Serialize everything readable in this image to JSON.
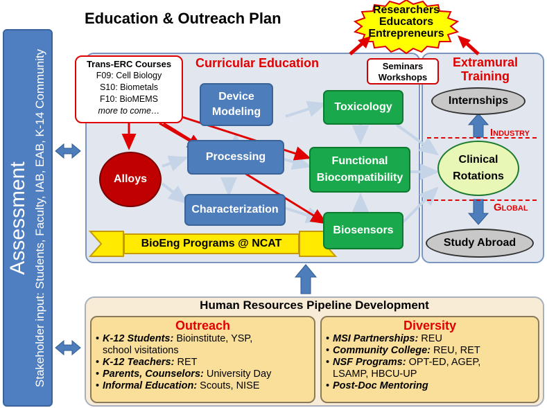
{
  "title": "Education & Outreach Plan",
  "assessment": {
    "title": "Assessment",
    "subtitle": "Stakeholder input: Students, Faculty, IAB, EAB, K-14 Community"
  },
  "starburst": [
    "Researchers",
    "Educators",
    "Entrepreneurs"
  ],
  "curricular": {
    "title": "Curricular Education",
    "courses": {
      "header": "Trans-ERC Courses",
      "items": [
        "F09: Cell Biology",
        "S10: Biometals",
        "F10: BioMEMS"
      ],
      "more": "more to come…"
    },
    "seminars": [
      "Seminars",
      "Workshops"
    ],
    "alloys": "Alloys",
    "device_modeling": [
      "Device",
      "Modeling"
    ],
    "processing": "Processing",
    "characterization": "Characterization",
    "toxicology": "Toxicology",
    "functional": [
      "Functional",
      "Biocompatibility"
    ],
    "biosensors": "Biosensors",
    "banner": "BioEng Programs @ NCAT"
  },
  "extramural": {
    "title": [
      "Extramural",
      "Training"
    ],
    "internships": "Internships",
    "industry": "Industry",
    "clinical": [
      "Clinical",
      "Rotations"
    ],
    "global": "Global",
    "study_abroad": "Study Abroad"
  },
  "hr": {
    "title": "Human Resources Pipeline Development",
    "outreach": {
      "title": "Outreach",
      "items": [
        {
          "label": "K-12 Students:",
          "text": " Bioinstitute, YSP,"
        },
        {
          "label": "",
          "text": "school visitations"
        },
        {
          "label": "K-12 Teachers:",
          "text": " RET"
        },
        {
          "label": "Parents, Counselors:",
          "text": " University Day"
        },
        {
          "label": "Informal Education:",
          "text": " Scouts, NISE"
        }
      ]
    },
    "diversity": {
      "title": "Diversity",
      "items": [
        {
          "label": "MSI Partnerships:",
          "text": " REU"
        },
        {
          "label": "Community College:",
          "text": " REU, RET"
        },
        {
          "label": "NSF Programs:",
          "text": " OPT-ED, AGEP,"
        },
        {
          "label": "",
          "text": "LSAMP, HBCU-UP"
        },
        {
          "label": "Post-Doc Mentoring",
          "text": ""
        }
      ]
    }
  }
}
